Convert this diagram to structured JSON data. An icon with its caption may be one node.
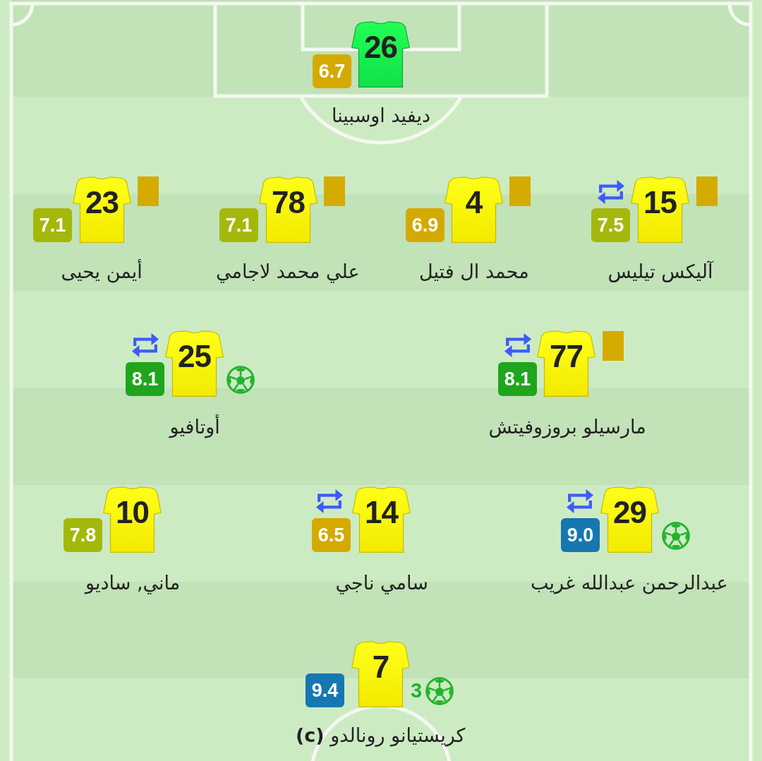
{
  "diagram": {
    "nodes": [
      {
        "text": [
          "26"
        ],
        "beside": [
          "ديفيد اوسبينا"
        ]
      },
      {
        "text": [
          "6.7"
        ]
      },
      {
        "text": [
          "15"
        ],
        "beside": [
          "آليكس تيليس"
        ]
      },
      {
        "text": [
          "7.5"
        ]
      },
      {
        "text": [
          "4"
        ],
        "beside": [
          "محمد ال فتيل"
        ]
      },
      {
        "text": [
          "6.9"
        ]
      },
      {
        "text": [
          "78"
        ],
        "beside": [
          "علي محمد لاجامي"
        ]
      },
      {
        "text": [
          "7.1"
        ]
      },
      {
        "text": [
          "23"
        ],
        "beside": [
          "أيمن يحيى"
        ]
      },
      {
        "text": [
          "7.1"
        ]
      },
      {
        "text": [
          "77"
        ],
        "beside": [
          "مارسيلو بروزوفيتش"
        ]
      },
      {
        "text": [
          "8.1"
        ]
      },
      {
        "text": [
          "25"
        ],
        "beside": [
          "أوتافيو"
        ]
      },
      {
        "text": [
          "8.1"
        ]
      },
      {
        "text": [
          "29"
        ],
        "beside": [
          "عبدالرحمن عبدالله غريب"
        ]
      },
      {
        "text": [
          "9.0"
        ]
      },
      {
        "text": [
          "14"
        ],
        "beside": [
          "سامي ناجي"
        ]
      },
      {
        "text": [
          "6.5"
        ]
      },
      {
        "text": [
          "10"
        ],
        "beside": [
          "ماني, ساديو"
        ]
      },
      {
        "text": [
          "7.8"
        ]
      },
      {
        "text": [
          "7"
        ],
        "beside": [
          "3",
          "كريستيانو رونالدو **(c)**"
        ]
      },
      {
        "text": [
          "9.4"
        ]
      }
    ]
  }
}
